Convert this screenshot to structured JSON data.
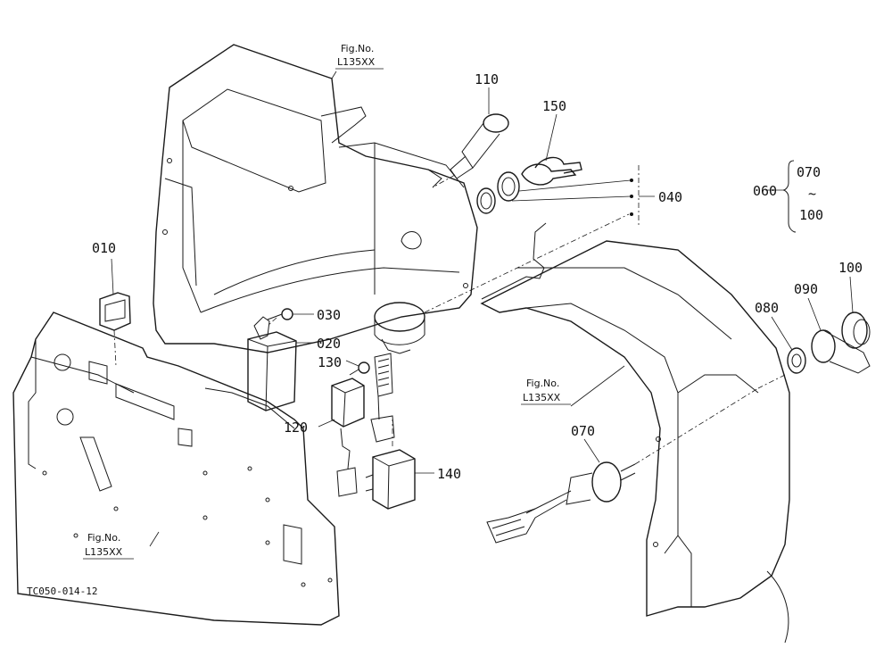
{
  "diagram": {
    "fig_ref_label": "Fig.No.",
    "fig_ref_code": "L135XX",
    "drawing_code": "TC050-014-12",
    "tilde": "~",
    "parts": {
      "p010": "010",
      "p020": "020",
      "p030": "030",
      "p040": "040",
      "p060": "060",
      "p070": "070",
      "p080": "080",
      "p090": "090",
      "p100": "100",
      "p110": "110",
      "p120": "120",
      "p130": "130",
      "p140": "140",
      "p150": "150"
    },
    "group_060": {
      "range_start": "070",
      "range_end": "100"
    }
  }
}
